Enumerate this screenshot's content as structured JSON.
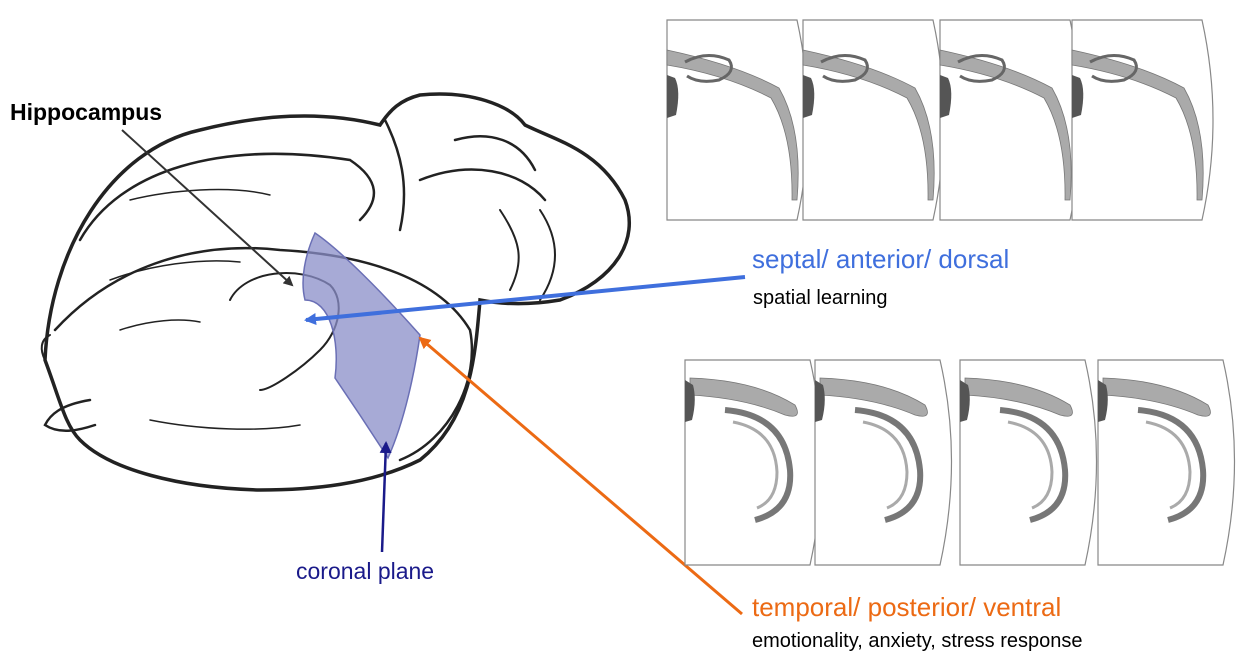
{
  "labels": {
    "title": "Hippocampus",
    "coronal_plane": "coronal plane",
    "septal": "septal/ anterior/  dorsal",
    "septal_function": "spatial learning",
    "temporal": "temporal/ posterior/ ventral",
    "temporal_function": "emotionality, anxiety, stress response"
  },
  "colors": {
    "septal_blue": "#3f6fdd",
    "temporal_orange": "#ec6a14",
    "coronal_navy": "#1a1a8a",
    "plane_fill": "#8a8ec8",
    "hippocampus_gray": "#9a9a9a",
    "ventricle_dark": "#555555"
  },
  "icons": {
    "brain": "brain-illustration-icon",
    "dorsal_sections": "coronal-section-icon",
    "ventral_sections": "coronal-section-icon"
  }
}
